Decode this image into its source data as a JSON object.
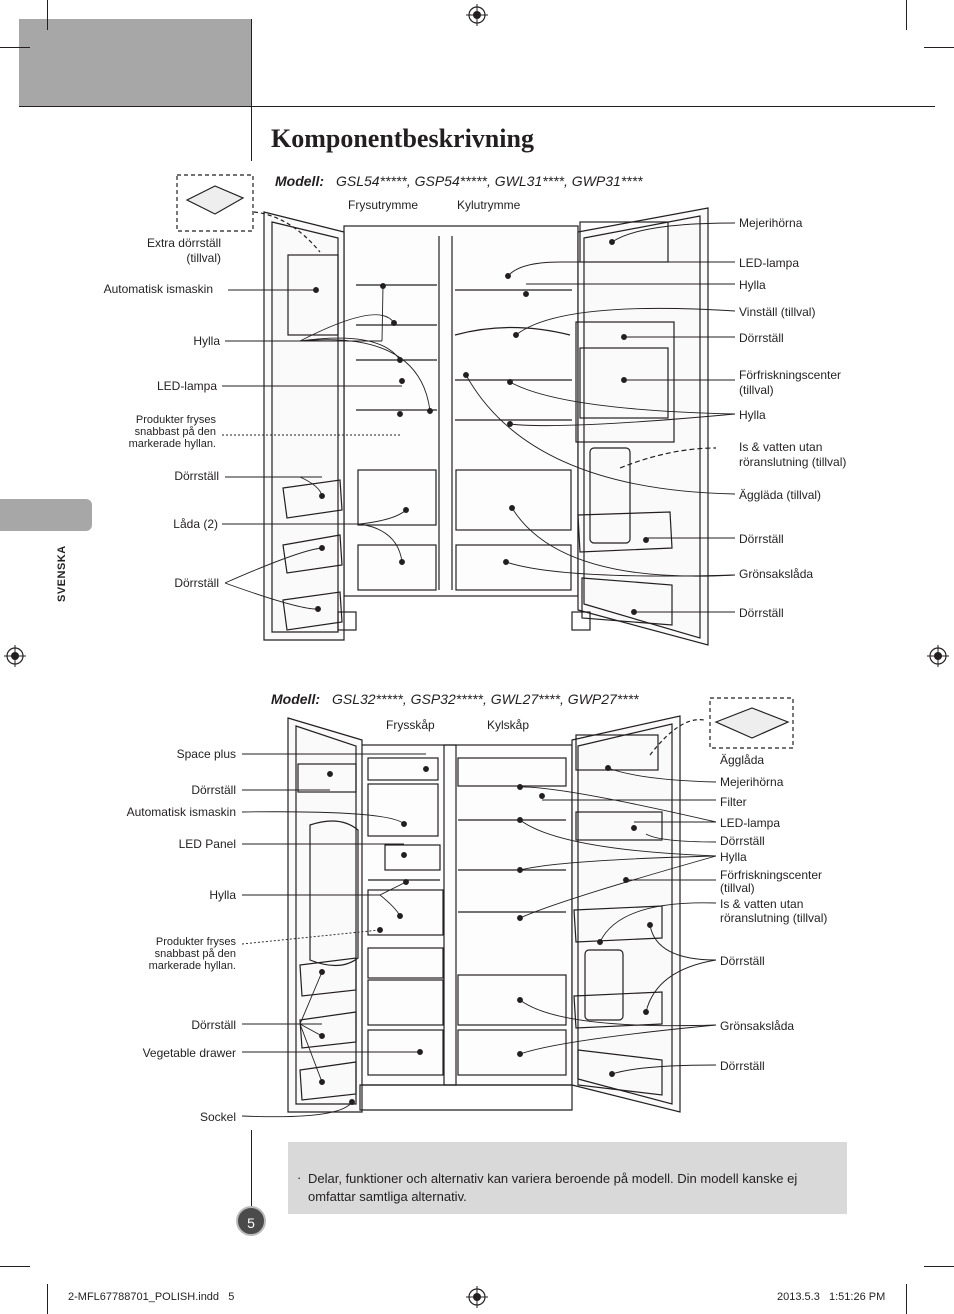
{
  "header": {
    "title": "Komponentbeskrivning",
    "side_tab": "SVENSKA"
  },
  "diagram1": {
    "model_label": "Modell:",
    "model_numbers": "GSL54*****, GSP54*****, GWL31****, GWP31****",
    "freezer_title": "Frysutrymme",
    "fridge_title": "Kylutrymme",
    "left_labels": [
      "Extra dörrställ\n(tillval)",
      "Automatisk ismaskin",
      "Hylla",
      "LED-lampa",
      "Produkter fryses\nsnabbast på den\nmarkerade hyllan.",
      "Dörrställ",
      "Låda (2)",
      "Dörrställ"
    ],
    "right_labels": [
      "Mejerihörna",
      "LED-lampa",
      "Hylla",
      "Vinställ (tillval)",
      "Dörrställ",
      "Förfriskningscenter\n(tillval)",
      "Hylla",
      "Is & vatten utan\nröranslutning (tillval)",
      "Äggläda (tillval)",
      "Dörrställ",
      "Grönsakslåda",
      "Dörrställ"
    ]
  },
  "diagram2": {
    "model_label": "Modell:",
    "model_numbers": "GSL32*****, GSP32*****, GWL27****, GWP27****",
    "freezer_title": "Frysskåp",
    "fridge_title": "Kylskåp",
    "left_labels": [
      "Space plus",
      "Dörrställ",
      "Automatisk ismaskin",
      "LED Panel",
      "Hylla",
      "Produkter fryses\nsnabbast på den\nmarkerade hyllan.",
      "Dörrställ",
      "Vegetable drawer",
      "Sockel"
    ],
    "right_labels": [
      "Ägglåda",
      "Mejerihörna",
      "Filter",
      "LED-lampa",
      "Dörrställ",
      "Hylla",
      "Förfriskningscenter\n(tillval)",
      "Is & vatten utan\nröranslutning (tillval)",
      "Dörrställ",
      "Grönsakslåda",
      "Dörrställ"
    ]
  },
  "note": {
    "bullet": "·",
    "text": "Delar, funktioner och alternativ kan variera beroende på modell. Din modell kanske ej omfattar samtliga alternativ."
  },
  "footer": {
    "page_number": "5",
    "file": "2-MFL67788701_POLISH.indd   5",
    "timestamp": "2013.5.3   1:51:26 PM"
  }
}
